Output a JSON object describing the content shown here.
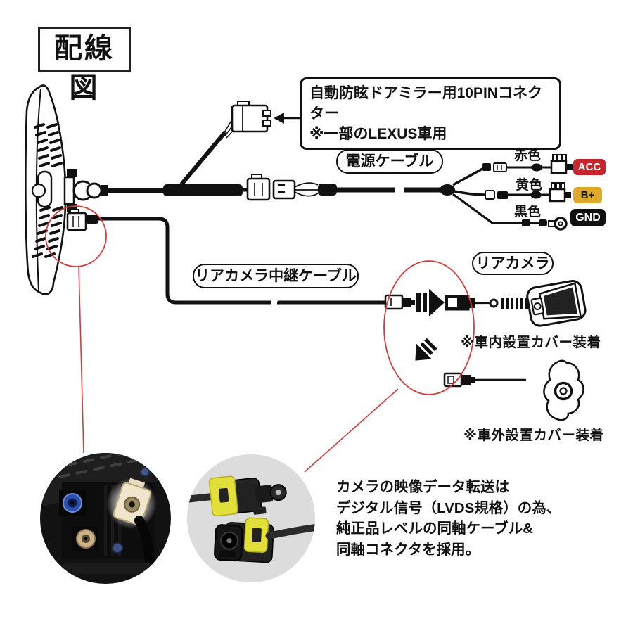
{
  "title": "配線図",
  "colors": {
    "annotation_red": "#d93a3a",
    "acc_bg": "#c9242b",
    "acc_text": "#ffffff",
    "bplus_bg": "#dfa92a",
    "bplus_text": "#111111",
    "gnd_bg": "#101010",
    "gnd_text": "#ffffff",
    "connector_clip_yellow": "#e3df3a"
  },
  "callouts": {
    "mirror_connector_line1": "自動防眩ドアミラー用10PINコネクター",
    "mirror_connector_line2": "※一部のLEXUS車用",
    "power_cable": "電源ケーブル",
    "relay_cable": "リアカメラ中継ケーブル",
    "rear_camera": "リアカメラ"
  },
  "wires": [
    {
      "color_label": "赤色",
      "terminal": "ACC"
    },
    {
      "color_label": "黄色",
      "terminal": "B+"
    },
    {
      "color_label": "黒色",
      "terminal": "GND"
    }
  ],
  "notes": {
    "indoor_cover": "※車内設置カバー装着",
    "outdoor_cover": "※車外設置カバー装着"
  },
  "description": {
    "line1": "カメラの映像データ転送は",
    "line2": "デジタル信号（LVDS規格）の為、",
    "line3": "純正品レベルの同軸ケーブル&",
    "line4": "同軸コネクタを採用。"
  }
}
